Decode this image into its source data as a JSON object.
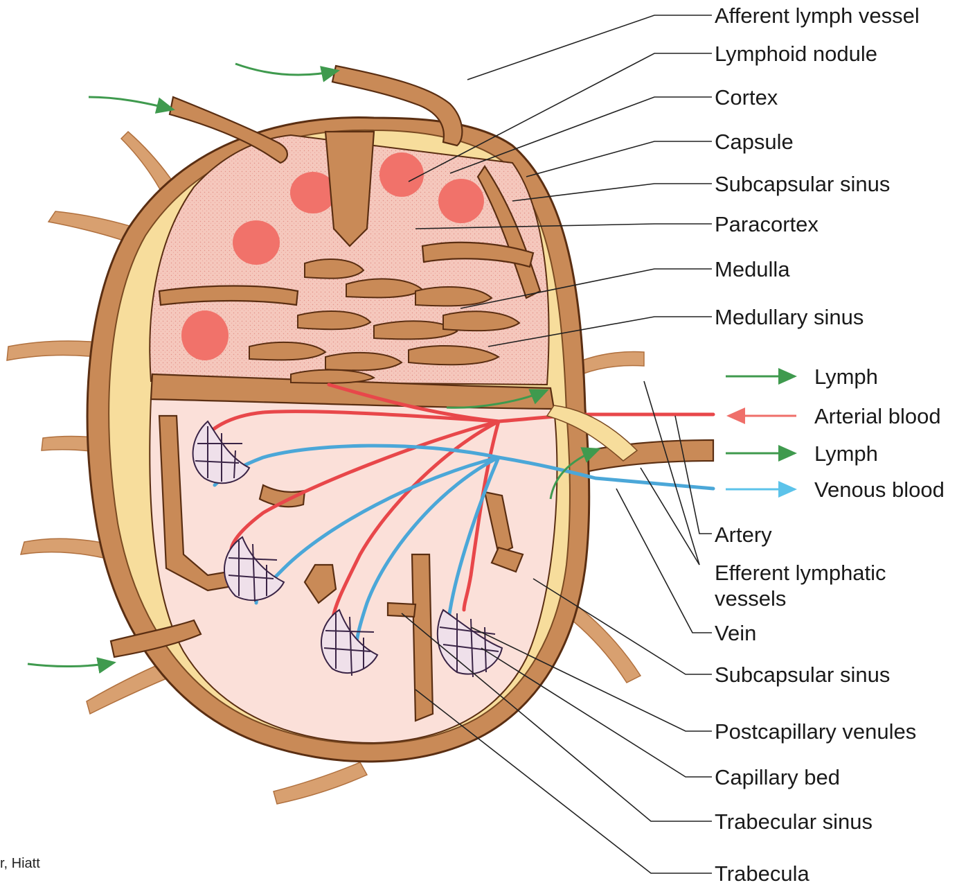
{
  "labels": {
    "afferent_lymph_vessel": "Afferent lymph vessel",
    "lymphoid_nodule": "Lymphoid nodule",
    "cortex": "Cortex",
    "capsule": "Capsule",
    "subcapsular_sinus_top": "Subcapsular sinus",
    "paracortex": "Paracortex",
    "medulla": "Medulla",
    "medullary_sinus": "Medullary sinus",
    "artery": "Artery",
    "efferent_lymphatic_line1": "Efferent lymphatic",
    "efferent_lymphatic_line2": "vessels",
    "vein": "Vein",
    "subcapsular_sinus_bottom": "Subcapsular sinus",
    "postcapillary_venules": "Postcapillary venules",
    "capillary_bed": "Capillary bed",
    "trabecular_sinus": "Trabecular sinus",
    "trabecula": "Trabecula"
  },
  "legend": [
    {
      "label": "Lymph",
      "color": "#3f9a4e",
      "direction": "right"
    },
    {
      "label": "Arterial blood",
      "color": "#ef6f6a",
      "direction": "left"
    },
    {
      "label": "Lymph",
      "color": "#3f9a4e",
      "direction": "right"
    },
    {
      "label": "Venous blood",
      "color": "#5cc3ea",
      "direction": "right"
    }
  ],
  "credit": "r, Hiatt",
  "colors": {
    "capsule": "#c98a57",
    "subcapsular": "#f7dd9c",
    "cortex": "#f6c6bb",
    "nodule": "#f1726a",
    "medulla_bg": "#fbe0d9",
    "artery": "#e8474a",
    "vein": "#4ba7d8",
    "lymph_arrow": "#3f9a4e"
  }
}
